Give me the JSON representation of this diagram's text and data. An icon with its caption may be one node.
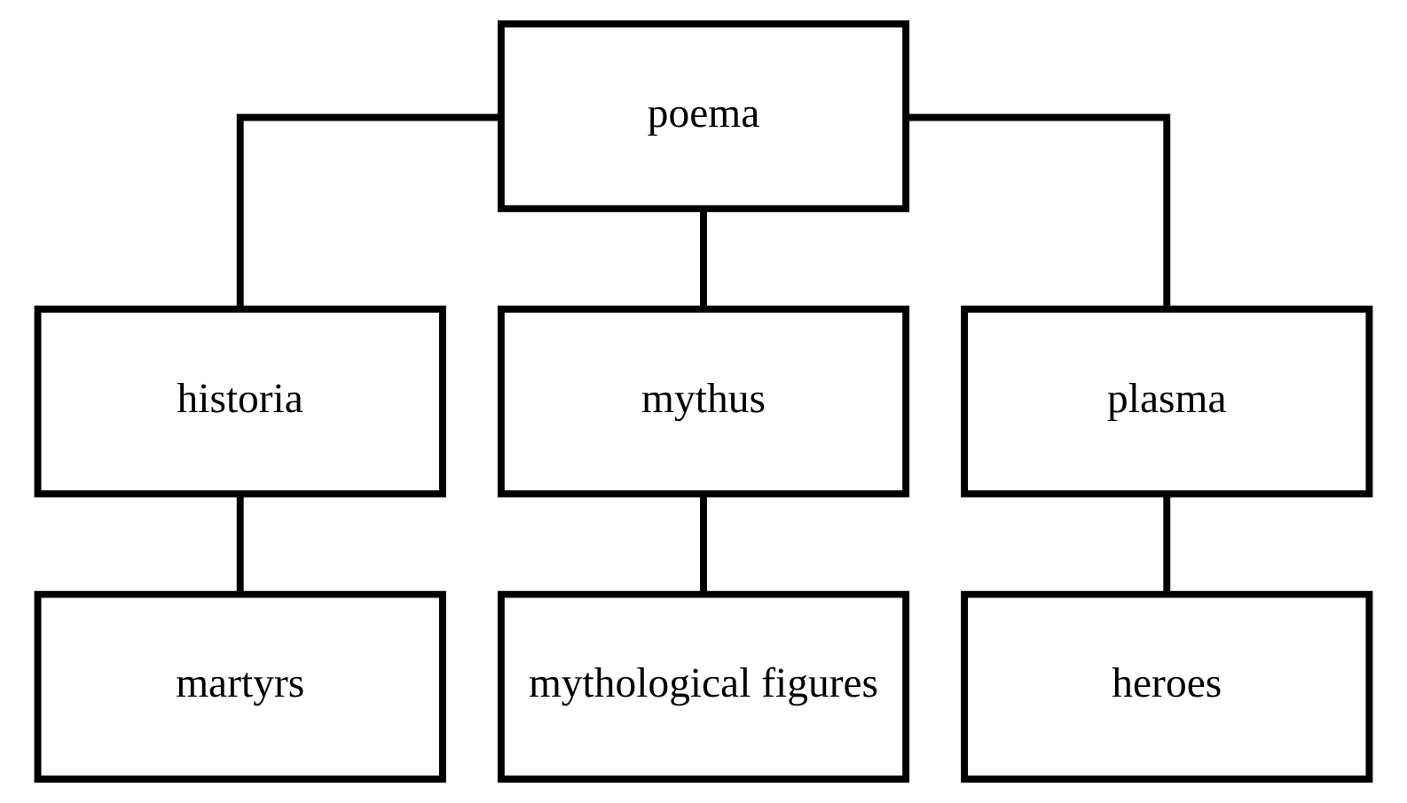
{
  "diagram": {
    "nodes": [
      {
        "text": [
          "poema"
        ]
      },
      {
        "text": [
          "historia"
        ]
      },
      {
        "text": [
          "mythus"
        ]
      },
      {
        "text": [
          "plasma"
        ]
      },
      {
        "text": [
          "martyrs"
        ]
      },
      {
        "text": [
          "mythological figures"
        ]
      },
      {
        "text": [
          "heroes"
        ]
      }
    ],
    "edges": [
      {
        "from": 0,
        "to": 1,
        "arrow": "none"
      },
      {
        "from": 0,
        "to": 2,
        "arrow": "none"
      },
      {
        "from": 0,
        "to": 3,
        "arrow": "none"
      },
      {
        "from": 1,
        "to": 4,
        "arrow": "none"
      },
      {
        "from": 2,
        "to": 5,
        "arrow": "none"
      },
      {
        "from": 3,
        "to": 6,
        "arrow": "none"
      }
    ]
  }
}
